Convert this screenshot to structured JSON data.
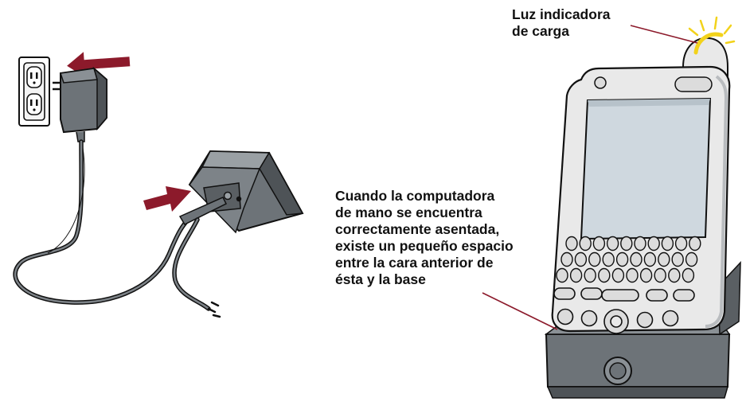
{
  "colors": {
    "arrow": "#8c1a2b",
    "device_body": "#e9e9e9",
    "screen": "#cfd8df",
    "cradle": "#6d7378",
    "outline": "#111111",
    "glow": "#f2d21b"
  },
  "labels": {
    "charge_light": [
      "Luz indicadora",
      "de carga"
    ],
    "seating": [
      "Cuando la computadora",
      "de mano se encuentra",
      "correctamente asentada,",
      "existe un pequeño espacio",
      "entre la cara anterior de",
      "ésta y la base"
    ]
  },
  "icons": [
    "wall-outlet-icon",
    "power-adapter-icon",
    "cradle-icon",
    "handheld-device-icon",
    "arrow-icon"
  ]
}
